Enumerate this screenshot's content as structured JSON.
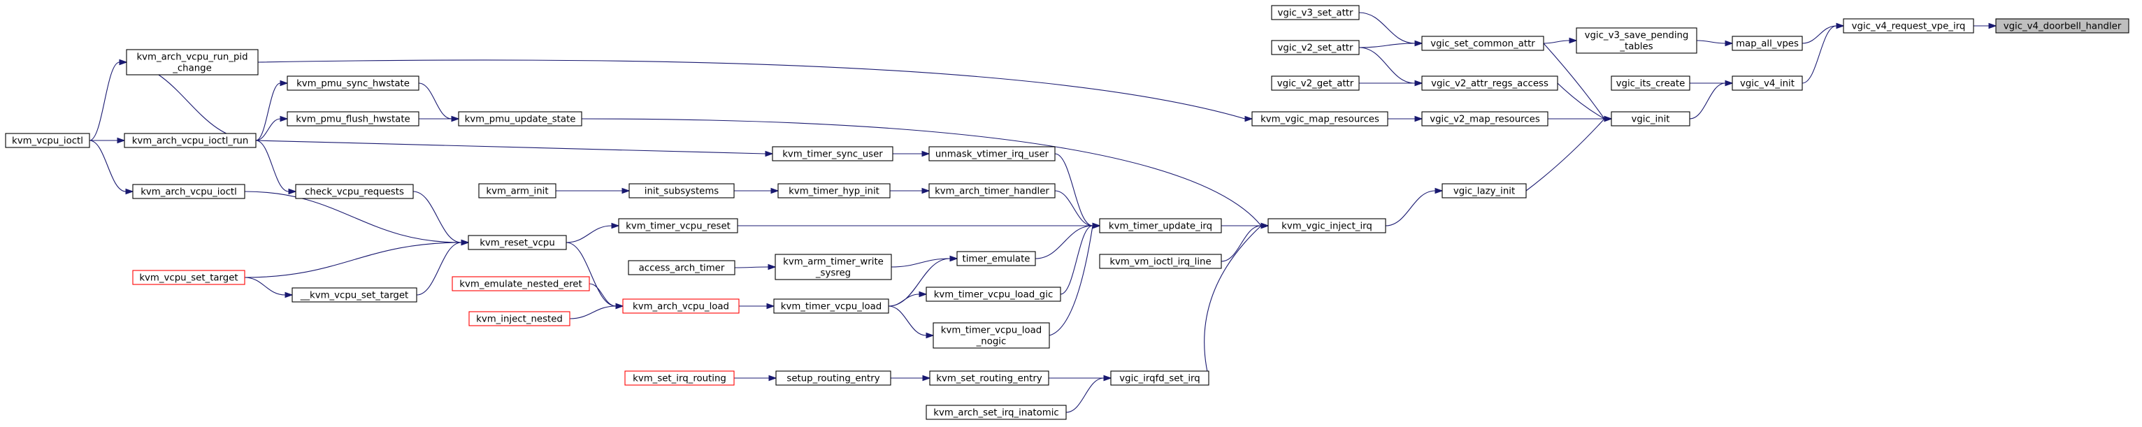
{
  "colors": {
    "edge": "#191970",
    "node_border": "#000000",
    "node_border_highlight": "#ff0000",
    "root_fill": "#bfbfbf",
    "node_fill": "#ffffff"
  },
  "nodes": [
    {
      "id": "vgic_v4_doorbell_handler",
      "lines": [
        "vgic_v4_doorbell_handler"
      ],
      "highlight": false,
      "root": true
    },
    {
      "id": "vgic_v4_request_vpe_irq",
      "lines": [
        "vgic_v4_request_vpe_irq"
      ]
    },
    {
      "id": "map_all_vpes",
      "lines": [
        "map_all_vpes"
      ]
    },
    {
      "id": "vgic_v4_init",
      "lines": [
        "vgic_v4_init"
      ]
    },
    {
      "id": "vgic_v3_save_pending_tables",
      "lines": [
        "vgic_v3_save_pending",
        "_tables"
      ]
    },
    {
      "id": "vgic_its_create",
      "lines": [
        "vgic_its_create"
      ]
    },
    {
      "id": "vgic_init",
      "lines": [
        "vgic_init"
      ]
    },
    {
      "id": "vgic_set_common_attr",
      "lines": [
        "vgic_set_common_attr"
      ]
    },
    {
      "id": "vgic_v3_set_attr",
      "lines": [
        "vgic_v3_set_attr"
      ]
    },
    {
      "id": "vgic_v2_set_attr",
      "lines": [
        "vgic_v2_set_attr"
      ]
    },
    {
      "id": "vgic_v2_attr_regs_access",
      "lines": [
        "vgic_v2_attr_regs_access"
      ]
    },
    {
      "id": "vgic_v2_get_attr",
      "lines": [
        "vgic_v2_get_attr"
      ]
    },
    {
      "id": "vgic_v2_map_resources",
      "lines": [
        "vgic_v2_map_resources"
      ]
    },
    {
      "id": "kvm_vgic_map_resources",
      "lines": [
        "kvm_vgic_map_resources"
      ]
    },
    {
      "id": "vgic_lazy_init",
      "lines": [
        "vgic_lazy_init"
      ]
    },
    {
      "id": "kvm_vgic_inject_irq",
      "lines": [
        "kvm_vgic_inject_irq"
      ]
    },
    {
      "id": "kvm_timer_update_irq",
      "lines": [
        "kvm_timer_update_irq"
      ]
    },
    {
      "id": "kvm_vm_ioctl_irq_line",
      "lines": [
        "kvm_vm_ioctl_irq_line"
      ]
    },
    {
      "id": "vgic_irqfd_set_irq",
      "lines": [
        "vgic_irqfd_set_irq"
      ]
    },
    {
      "id": "kvm_set_routing_entry",
      "lines": [
        "kvm_set_routing_entry"
      ]
    },
    {
      "id": "kvm_arch_set_irq_inatomic",
      "lines": [
        "kvm_arch_set_irq_inatomic"
      ]
    },
    {
      "id": "setup_routing_entry",
      "lines": [
        "setup_routing_entry"
      ]
    },
    {
      "id": "kvm_set_irq_routing",
      "lines": [
        "kvm_set_irq_routing"
      ],
      "highlight": true
    },
    {
      "id": "kvm_arch_vcpu_run_pid_change",
      "lines": [
        "kvm_arch_vcpu_run_pid",
        "_change"
      ]
    },
    {
      "id": "kvm_pmu_update_state",
      "lines": [
        "kvm_pmu_update_state"
      ]
    },
    {
      "id": "kvm_pmu_sync_hwstate",
      "lines": [
        "kvm_pmu_sync_hwstate"
      ]
    },
    {
      "id": "kvm_pmu_flush_hwstate",
      "lines": [
        "kvm_pmu_flush_hwstate"
      ]
    },
    {
      "id": "kvm_arch_vcpu_ioctl_run",
      "lines": [
        "kvm_arch_vcpu_ioctl_run"
      ]
    },
    {
      "id": "kvm_vcpu_ioctl",
      "lines": [
        "kvm_vcpu_ioctl"
      ]
    },
    {
      "id": "kvm_arch_vcpu_ioctl",
      "lines": [
        "kvm_arch_vcpu_ioctl"
      ]
    },
    {
      "id": "unmask_vtimer_irq_user",
      "lines": [
        "unmask_vtimer_irq_user"
      ]
    },
    {
      "id": "kvm_timer_sync_user",
      "lines": [
        "kvm_timer_sync_user"
      ]
    },
    {
      "id": "kvm_arch_timer_handler",
      "lines": [
        "kvm_arch_timer_handler"
      ]
    },
    {
      "id": "kvm_timer_hyp_init",
      "lines": [
        "kvm_timer_hyp_init"
      ]
    },
    {
      "id": "init_subsystems",
      "lines": [
        "init_subsystems"
      ]
    },
    {
      "id": "kvm_arm_init",
      "lines": [
        "kvm_arm_init"
      ]
    },
    {
      "id": "kvm_timer_vcpu_reset",
      "lines": [
        "kvm_timer_vcpu_reset"
      ]
    },
    {
      "id": "kvm_reset_vcpu",
      "lines": [
        "kvm_reset_vcpu"
      ]
    },
    {
      "id": "check_vcpu_requests",
      "lines": [
        "check_vcpu_requests"
      ]
    },
    {
      "id": "kvm_vcpu_set_target",
      "lines": [
        "kvm_vcpu_set_target"
      ],
      "highlight": true
    },
    {
      "id": "__kvm_vcpu_set_target",
      "lines": [
        "__kvm_vcpu_set_target"
      ]
    },
    {
      "id": "timer_emulate",
      "lines": [
        "timer_emulate"
      ]
    },
    {
      "id": "kvm_arm_timer_write_sysreg",
      "lines": [
        "kvm_arm_timer_write",
        "_sysreg"
      ]
    },
    {
      "id": "access_arch_timer",
      "lines": [
        "access_arch_timer"
      ]
    },
    {
      "id": "kvm_timer_vcpu_load_gic",
      "lines": [
        "kvm_timer_vcpu_load_gic"
      ]
    },
    {
      "id": "kvm_timer_vcpu_load_nogic",
      "lines": [
        "kvm_timer_vcpu_load",
        "_nogic"
      ]
    },
    {
      "id": "kvm_timer_vcpu_load",
      "lines": [
        "kvm_timer_vcpu_load"
      ]
    },
    {
      "id": "kvm_arch_vcpu_load",
      "lines": [
        "kvm_arch_vcpu_load"
      ],
      "highlight": true
    },
    {
      "id": "kvm_emulate_nested_eret",
      "lines": [
        "kvm_emulate_nested_eret"
      ],
      "highlight": true
    },
    {
      "id": "kvm_inject_nested",
      "lines": [
        "kvm_inject_nested"
      ],
      "highlight": true
    }
  ],
  "edges": [
    {
      "from": "vgic_v4_request_vpe_irq",
      "to": "vgic_v4_doorbell_handler"
    },
    {
      "from": "map_all_vpes",
      "to": "vgic_v4_request_vpe_irq"
    },
    {
      "from": "vgic_v4_init",
      "to": "vgic_v4_request_vpe_irq"
    },
    {
      "from": "vgic_v3_save_pending_tables",
      "to": "map_all_vpes"
    },
    {
      "from": "vgic_its_create",
      "to": "vgic_v4_init"
    },
    {
      "from": "vgic_init",
      "to": "vgic_v4_init"
    },
    {
      "from": "vgic_set_common_attr",
      "to": "vgic_v3_save_pending_tables"
    },
    {
      "from": "vgic_set_common_attr",
      "to": "vgic_init"
    },
    {
      "from": "vgic_v2_attr_regs_access",
      "to": "vgic_init"
    },
    {
      "from": "vgic_v2_map_resources",
      "to": "vgic_init"
    },
    {
      "from": "vgic_lazy_init",
      "to": "vgic_init"
    },
    {
      "from": "vgic_v3_set_attr",
      "to": "vgic_set_common_attr"
    },
    {
      "from": "vgic_v2_set_attr",
      "to": "vgic_set_common_attr"
    },
    {
      "from": "vgic_v2_set_attr",
      "to": "vgic_v2_attr_regs_access"
    },
    {
      "from": "vgic_v2_get_attr",
      "to": "vgic_v2_attr_regs_access"
    },
    {
      "from": "kvm_vgic_map_resources",
      "to": "vgic_v2_map_resources"
    },
    {
      "from": "kvm_arch_vcpu_run_pid_change",
      "to": "kvm_vgic_map_resources"
    },
    {
      "from": "kvm_vgic_inject_irq",
      "to": "vgic_lazy_init"
    },
    {
      "from": "kvm_pmu_update_state",
      "to": "kvm_vgic_inject_irq"
    },
    {
      "from": "kvm_timer_update_irq",
      "to": "kvm_vgic_inject_irq"
    },
    {
      "from": "kvm_vm_ioctl_irq_line",
      "to": "kvm_vgic_inject_irq"
    },
    {
      "from": "vgic_irqfd_set_irq",
      "to": "kvm_vgic_inject_irq"
    },
    {
      "from": "kvm_set_routing_entry",
      "to": "vgic_irqfd_set_irq"
    },
    {
      "from": "kvm_arch_set_irq_inatomic",
      "to": "vgic_irqfd_set_irq"
    },
    {
      "from": "setup_routing_entry",
      "to": "kvm_set_routing_entry"
    },
    {
      "from": "kvm_set_irq_routing",
      "to": "setup_routing_entry"
    },
    {
      "from": "kvm_arch_vcpu_ioctl_run",
      "to": "kvm_arch_vcpu_run_pid_change"
    },
    {
      "from": "kvm_vcpu_ioctl",
      "to": "kvm_arch_vcpu_run_pid_change"
    },
    {
      "from": "kvm_pmu_sync_hwstate",
      "to": "kvm_pmu_update_state"
    },
    {
      "from": "kvm_pmu_flush_hwstate",
      "to": "kvm_pmu_update_state"
    },
    {
      "from": "kvm_arch_vcpu_ioctl_run",
      "to": "kvm_pmu_sync_hwstate"
    },
    {
      "from": "kvm_arch_vcpu_ioctl_run",
      "to": "kvm_pmu_flush_hwstate"
    },
    {
      "from": "kvm_vcpu_ioctl",
      "to": "kvm_arch_vcpu_ioctl_run"
    },
    {
      "from": "kvm_vcpu_ioctl",
      "to": "kvm_arch_vcpu_ioctl"
    },
    {
      "from": "kvm_arch_vcpu_ioctl_run",
      "to": "kvm_timer_sync_user"
    },
    {
      "from": "kvm_timer_sync_user",
      "to": "unmask_vtimer_irq_user"
    },
    {
      "from": "unmask_vtimer_irq_user",
      "to": "kvm_timer_update_irq"
    },
    {
      "from": "kvm_arch_timer_handler",
      "to": "kvm_timer_update_irq"
    },
    {
      "from": "kvm_timer_vcpu_reset",
      "to": "kvm_timer_update_irq"
    },
    {
      "from": "timer_emulate",
      "to": "kvm_timer_update_irq"
    },
    {
      "from": "kvm_timer_vcpu_load_gic",
      "to": "kvm_timer_update_irq"
    },
    {
      "from": "kvm_timer_vcpu_load_nogic",
      "to": "kvm_timer_update_irq"
    },
    {
      "from": "kvm_timer_hyp_init",
      "to": "kvm_arch_timer_handler"
    },
    {
      "from": "init_subsystems",
      "to": "kvm_timer_hyp_init"
    },
    {
      "from": "kvm_arm_init",
      "to": "init_subsystems"
    },
    {
      "from": "kvm_reset_vcpu",
      "to": "kvm_timer_vcpu_reset"
    },
    {
      "from": "kvm_arch_vcpu_ioctl_run",
      "to": "check_vcpu_requests"
    },
    {
      "from": "check_vcpu_requests",
      "to": "kvm_reset_vcpu"
    },
    {
      "from": "kvm_arch_vcpu_ioctl",
      "to": "kvm_reset_vcpu"
    },
    {
      "from": "kvm_vcpu_set_target",
      "to": "kvm_reset_vcpu"
    },
    {
      "from": "__kvm_vcpu_set_target",
      "to": "kvm_reset_vcpu"
    },
    {
      "from": "kvm_vcpu_set_target",
      "to": "__kvm_vcpu_set_target"
    },
    {
      "from": "kvm_arm_timer_write_sysreg",
      "to": "timer_emulate"
    },
    {
      "from": "kvm_timer_vcpu_load",
      "to": "timer_emulate"
    },
    {
      "from": "access_arch_timer",
      "to": "kvm_arm_timer_write_sysreg"
    },
    {
      "from": "kvm_timer_vcpu_load",
      "to": "kvm_timer_vcpu_load_gic"
    },
    {
      "from": "kvm_timer_vcpu_load",
      "to": "kvm_timer_vcpu_load_nogic"
    },
    {
      "from": "kvm_arch_vcpu_load",
      "to": "kvm_timer_vcpu_load"
    },
    {
      "from": "kvm_reset_vcpu",
      "to": "kvm_arch_vcpu_load"
    },
    {
      "from": "kvm_emulate_nested_eret",
      "to": "kvm_arch_vcpu_load"
    },
    {
      "from": "kvm_inject_nested",
      "to": "kvm_arch_vcpu_load"
    }
  ]
}
